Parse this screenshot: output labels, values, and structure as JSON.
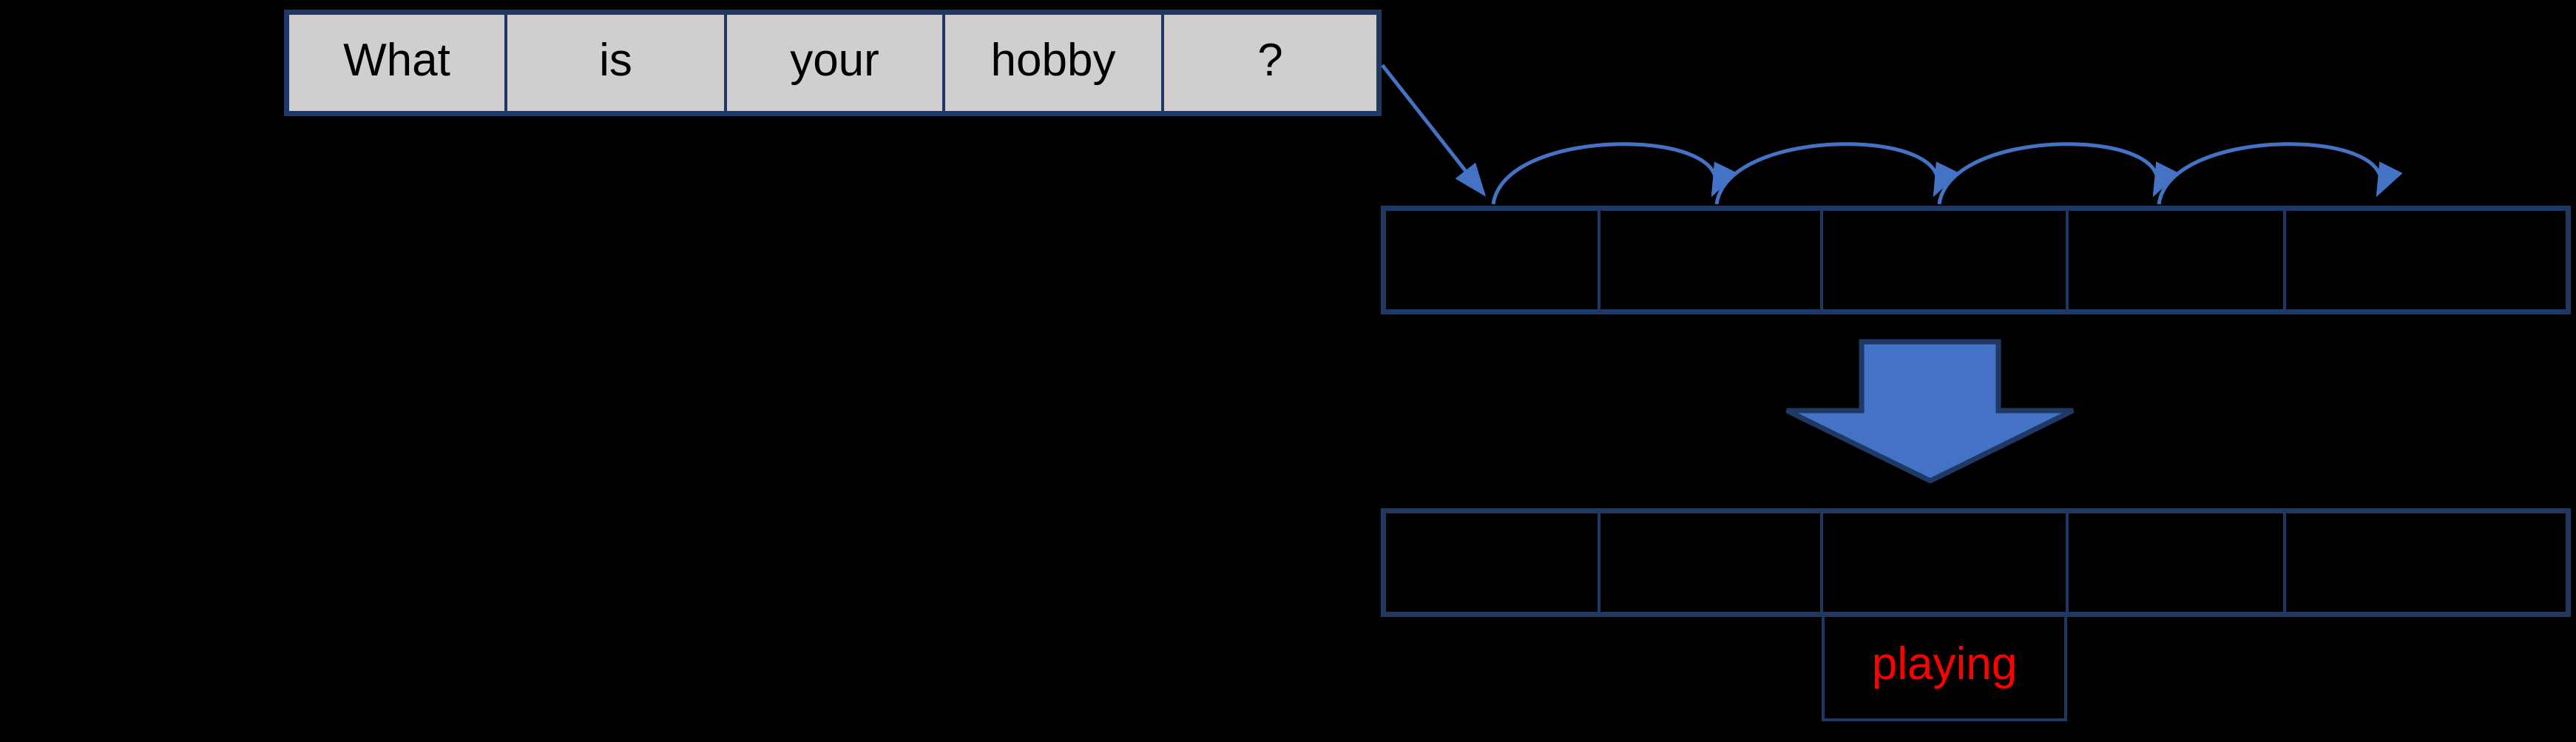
{
  "diagram": {
    "sentence_row": {
      "words": [
        "What",
        "is",
        "your",
        "hobby",
        "?"
      ]
    },
    "token_row": {
      "cell_count": 5,
      "cells_have_text": false
    },
    "output_row": {
      "cell_count": 5,
      "cells_have_text": false
    },
    "prediction": {
      "word": "playing"
    },
    "arrows": {
      "sentence_to_tokens": "diagonal-arrow",
      "token_hops": [
        "arc-arrow",
        "arc-arrow",
        "arc-arrow",
        "arc-arrow"
      ],
      "process_flow": "down-block-arrow"
    }
  },
  "colors": {
    "background": "#000000",
    "word_box_fill": "#D0CECE",
    "box_border_navy": "#1F3864",
    "arrow_blue": "#4472C4",
    "prediction_text_red": "#FF0000",
    "word_text_black": "#000000"
  }
}
